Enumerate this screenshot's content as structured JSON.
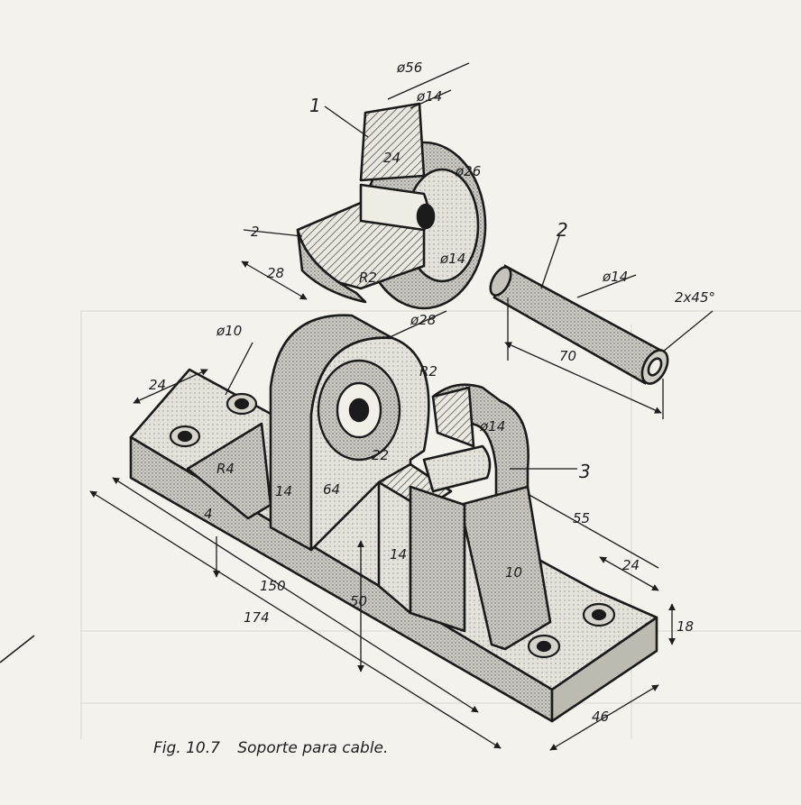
{
  "figure": {
    "number": "Fig. 10.7",
    "caption": "Soporte para cable."
  },
  "parts": [
    {
      "id": "1"
    },
    {
      "id": "2"
    },
    {
      "id": "3"
    }
  ],
  "dimensions": {
    "d56": "ø56",
    "d14_top": "ø14",
    "d26": "ø26",
    "d14_mid": "ø14",
    "d28": "ø28",
    "d10": "ø10",
    "d14_pin": "ø14",
    "d14_base": "ø14",
    "v2": "2",
    "v28": "28",
    "r2_top": "R2",
    "v24_top": "24",
    "r2_mid": "R2",
    "v24_left": "24",
    "r4": "R4",
    "v14_a": "14",
    "v4": "4",
    "v64": "64",
    "v22": "22",
    "v14_b": "14",
    "v150": "150",
    "v174": "174",
    "v50": "50",
    "v10": "10",
    "v55": "55",
    "v24_right": "24",
    "v18": "18",
    "v46": "46",
    "v70": "70",
    "chamfer": "2x45°"
  }
}
